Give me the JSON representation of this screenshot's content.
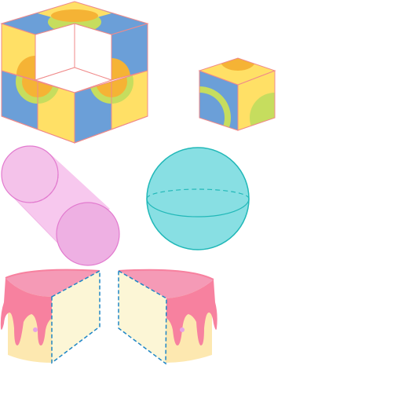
{
  "colors": {
    "yellow": "#ffe066",
    "blue": "#6b9fd8",
    "orange": "#f5b335",
    "green": "#c6dd5e",
    "cube_edge": "#f08a8a",
    "cylinder_end": "#eeb0e3",
    "cylinder_edge": "#e27bcf",
    "cylinder_body": "#f7c8ee",
    "sphere_fill": "#88dfe3",
    "sphere_edge": "#21b8b8",
    "frosting": "#f7819f",
    "frosting_top": "#f59ab6",
    "sponge": "#fde8b0",
    "cut_face": "#fcf6d6",
    "cut_edge": "#1e86c6"
  },
  "figures": [
    {
      "name": "hollow-cube-frame"
    },
    {
      "name": "small-cube"
    },
    {
      "name": "cylinder"
    },
    {
      "name": "sphere"
    },
    {
      "name": "cake-left-half"
    },
    {
      "name": "cake-right-half"
    }
  ]
}
